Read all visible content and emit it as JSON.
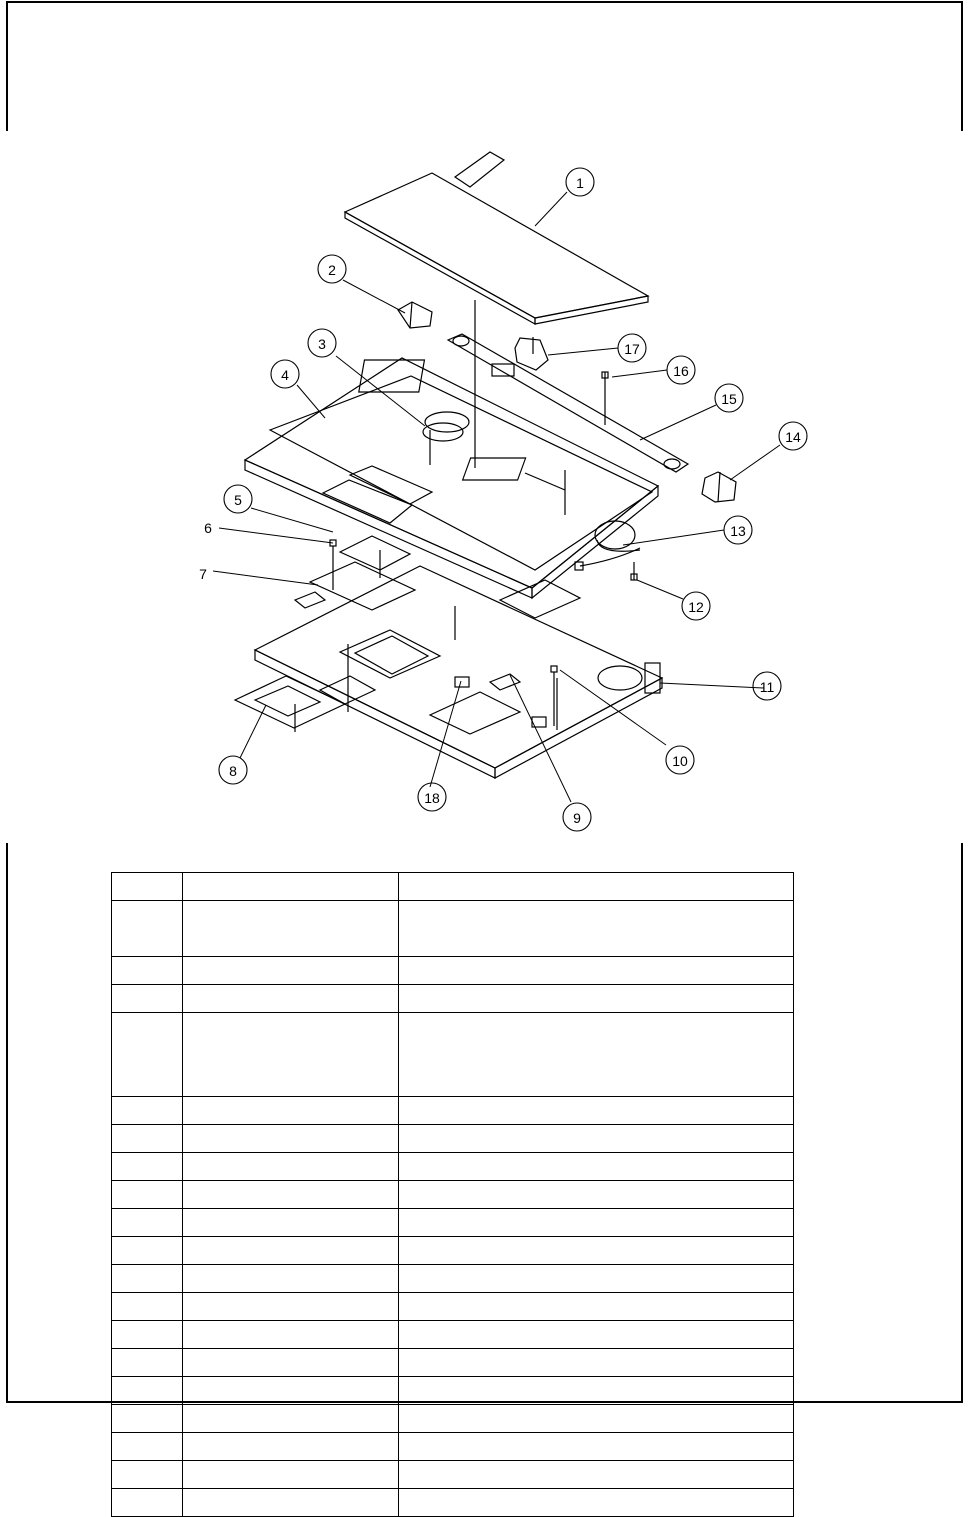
{
  "callouts": [
    {
      "num": "1"
    },
    {
      "num": "2"
    },
    {
      "num": "3"
    },
    {
      "num": "4"
    },
    {
      "num": "5"
    },
    {
      "num": "6"
    },
    {
      "num": "7"
    },
    {
      "num": "8"
    },
    {
      "num": "9"
    },
    {
      "num": "10"
    },
    {
      "num": "11"
    },
    {
      "num": "12"
    },
    {
      "num": "13"
    },
    {
      "num": "14"
    },
    {
      "num": "15"
    },
    {
      "num": "16"
    },
    {
      "num": "17"
    },
    {
      "num": "18"
    }
  ],
  "parts_table": {
    "row_count": 20,
    "rows": [
      {
        "no": "",
        "part_no": "",
        "description": ""
      }
    ]
  },
  "colors": {
    "line": "#000000",
    "background": "#ffffff"
  }
}
